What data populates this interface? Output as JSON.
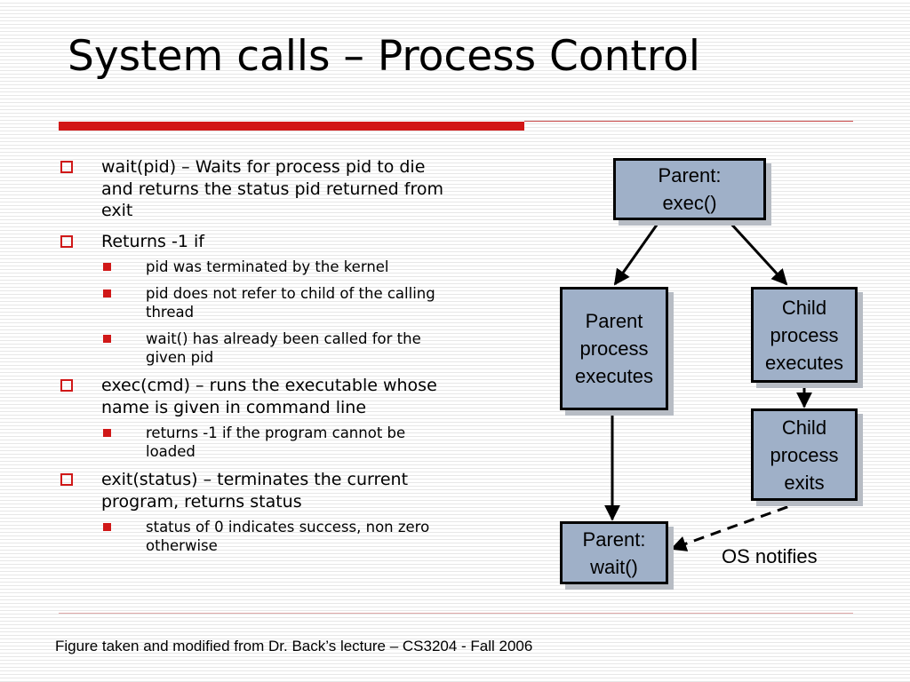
{
  "slide": {
    "title": "System calls – Process Control",
    "footer": "Figure taken and modified from Dr. Back’s lecture – CS3204 - Fall 2006"
  },
  "bullets": [
    {
      "text": "wait(pid) – Waits for process pid to die and returns the status pid returned from exit",
      "sub": []
    },
    {
      "text": "Returns -1 if",
      "sub": [
        "pid was terminated by the kernel",
        "pid does not refer to child of the calling thread",
        "wait() has already been called for the given pid"
      ]
    },
    {
      "text": "exec(cmd) – runs the executable whose name is given in command line",
      "sub": [
        "returns -1 if the program cannot be loaded"
      ]
    },
    {
      "text": "exit(status) – terminates the current program, returns status",
      "sub": [
        "status of 0 indicates success, non zero otherwise"
      ]
    }
  ],
  "diagram": {
    "nodes": {
      "parent_exec": "Parent:\nexec()",
      "parent_process": "Parent\nprocess\nexecutes",
      "child_process": "Child\nprocess\nexecutes",
      "child_exits": "Child\nprocess\nexits",
      "parent_wait": "Parent:\nwait()"
    },
    "edges": [
      {
        "from": "parent_exec",
        "to": "parent_process",
        "style": "solid"
      },
      {
        "from": "parent_exec",
        "to": "child_process",
        "style": "solid"
      },
      {
        "from": "child_process",
        "to": "child_exits",
        "style": "solid"
      },
      {
        "from": "parent_process",
        "to": "parent_wait",
        "style": "solid"
      },
      {
        "from": "child_exits",
        "to": "parent_wait",
        "style": "dashed",
        "label": "OS notifies"
      }
    ],
    "colors": {
      "node_fill": "#9fb0c8",
      "accent": "#d01818"
    }
  }
}
